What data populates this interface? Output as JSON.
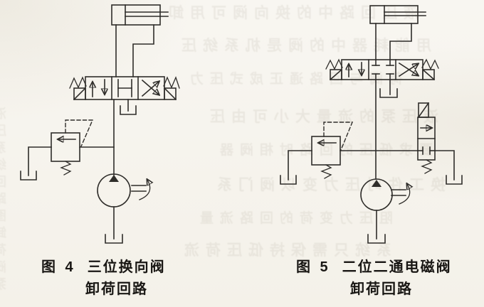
{
  "page": {
    "kind": "scanned-textbook-figure-pair",
    "paper_color": "#f6f4ee",
    "ink_color": "#2f2d2a"
  },
  "figures": [
    {
      "label": "图 4",
      "title": "三位换向阀",
      "subtitle": "卸荷回路",
      "symbols": [
        "double-acting-cylinder-symbol",
        "3-position-4-way-directional-valve-symbol",
        "h-type-center-position",
        "spring-and-solenoid-end-symbols",
        "pilot-operated-relief-valve-symbol",
        "hydraulic-pump-symbol",
        "tank-symbols"
      ]
    },
    {
      "label": "图 5",
      "title": "二位二通电磁阀",
      "subtitle": "卸荷回路",
      "symbols": [
        "double-acting-cylinder-symbol",
        "3-position-4-way-directional-valve-symbol",
        "closed-center-position",
        "2-position-2-way-solenoid-valve-symbol",
        "pilot-operated-relief-valve-symbol",
        "hydraulic-pump-symbol",
        "tank-symbols"
      ]
    }
  ],
  "bleedthrough": {
    "note": "faint mirrored ink show-through from reverse page, illegible",
    "rows": [
      "液压回路中的换向阀可用卸",
      "用能耗器中的阀是机系统压",
      "荷阀与回路通正成式压力",
      "液压泵的流量大小可由压",
      "要求低压的回路时相阀器",
      "换工件时压力变以阀门系",
      "阻压力变荷的回路流量",
      "系统只需保持低压荷流",
      "液压系统回路图卸荷阀泵"
    ]
  }
}
